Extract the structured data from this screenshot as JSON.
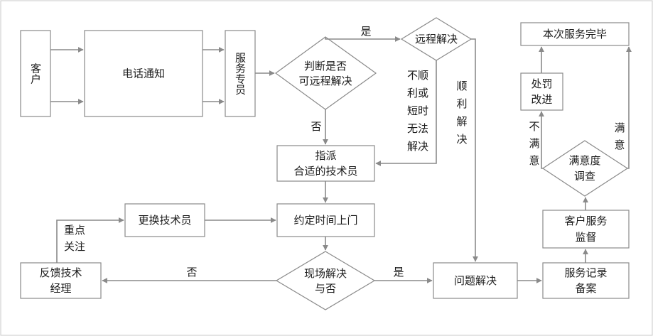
{
  "nodes": {
    "customer": "客户",
    "phone_notice": "电话通知",
    "service_staff": "服务专员",
    "judge_remote": [
      "判断是否",
      "可远程解决"
    ],
    "remote_solve": "远程解决",
    "assign_tech": [
      "指派",
      "合适的技术员"
    ],
    "replace_tech": "更换技术员",
    "schedule_visit": "约定时间上门",
    "feedback_manager": [
      "反馈技术",
      "经理"
    ],
    "onsite_solved": [
      "现场解决",
      "与否"
    ],
    "problem_solved": "问题解决",
    "service_record": [
      "服务记录",
      "备案"
    ],
    "service_supervision": [
      "客户服务",
      "监督"
    ],
    "satisfaction_survey": [
      "满意度",
      "调查"
    ],
    "penalty_improve": [
      "处罚",
      "改进"
    ],
    "service_complete": "本次服务完毕"
  },
  "edge_labels": {
    "yes_remote": "是",
    "no_remote": "否",
    "not_smooth": [
      "不顺",
      "利或",
      "短时",
      "无法",
      "解决"
    ],
    "smooth": [
      "顺",
      "利",
      "解",
      "决"
    ],
    "focus": [
      "重点",
      "关注"
    ],
    "no_onsite": "否",
    "yes_onsite": "是",
    "unsatisfied": [
      "不",
      "满",
      "意"
    ],
    "satisfied": [
      "满",
      "意"
    ]
  },
  "colors": {
    "stroke": "#8a8a8a",
    "text": "#1a1a1a",
    "background": "#ffffff"
  }
}
